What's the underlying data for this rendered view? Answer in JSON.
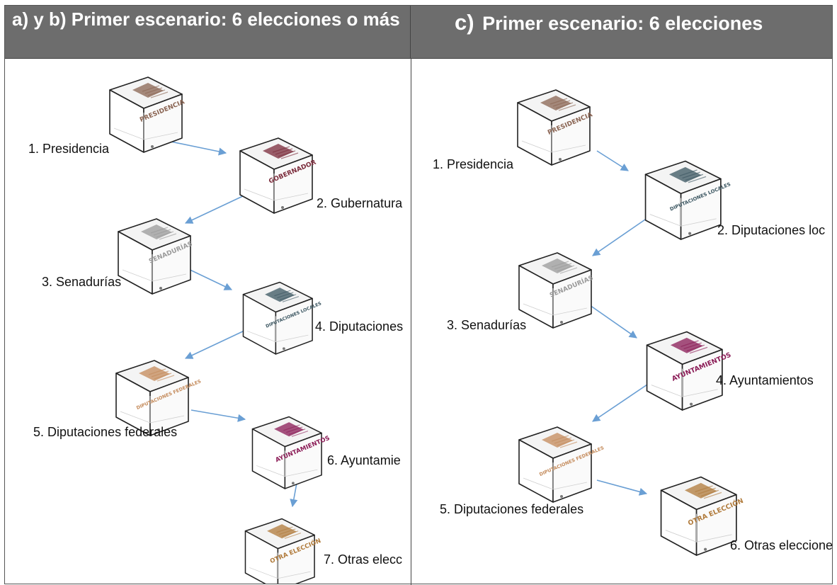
{
  "headers": {
    "left": "a) y b) Primer escenario: 6 elecciones o más",
    "right_letter": "c)",
    "right": "Primer escenario: 6 elecciones"
  },
  "left_steps": [
    {
      "label": "1. Presidencia",
      "box_text": "PRESIDENCIA",
      "color": "#8a6452"
    },
    {
      "label": "2. Gubernatura",
      "box_text": "GOBERNADOR",
      "color": "#7a2a3a"
    },
    {
      "label": "3. Senadurías",
      "box_text": "SENADURÍAS",
      "color": "#9a9a9a"
    },
    {
      "label": "4. Diputaciones",
      "box_text": "DIPUTACIONES LOCALES",
      "color": "#3a5560"
    },
    {
      "label": "5. Diputaciones federales",
      "box_text": "DIPUTACIONES FEDERALES",
      "color": "#c48a5a"
    },
    {
      "label": "6. Ayuntamie",
      "box_text": "AYUNTAMIENTOS",
      "color": "#8a1a55"
    },
    {
      "label": "7. Otras elecc",
      "box_text": "OTRA ELECCIÓN",
      "color": "#b07a3a"
    }
  ],
  "right_steps": [
    {
      "label": "1. Presidencia",
      "box_text": "PRESIDENCIA",
      "color": "#8a6452"
    },
    {
      "label": "2. Diputaciones loc",
      "box_text": "DIPUTACIONES LOCALES",
      "color": "#3a5560"
    },
    {
      "label": "3. Senadurías",
      "box_text": "SENADURÍAS",
      "color": "#9a9a9a"
    },
    {
      "label": "4. Ayuntamientos",
      "box_text": "AYUNTAMIENTOS",
      "color": "#8a1a55"
    },
    {
      "label": "5. Diputaciones federales",
      "box_text": "DIPUTACIONES FEDERALES",
      "color": "#c48a5a"
    },
    {
      "label": "6. Otras eleccione",
      "box_text": "OTRA ELECCIÓN",
      "color": "#b07a3a"
    }
  ],
  "colors": {
    "header_bg": "#6d6d6d",
    "arrow": "#6a9fd4"
  },
  "icons": {
    "ballot_box": "ballot-box-cube-icon",
    "arrow": "arrow-icon"
  }
}
